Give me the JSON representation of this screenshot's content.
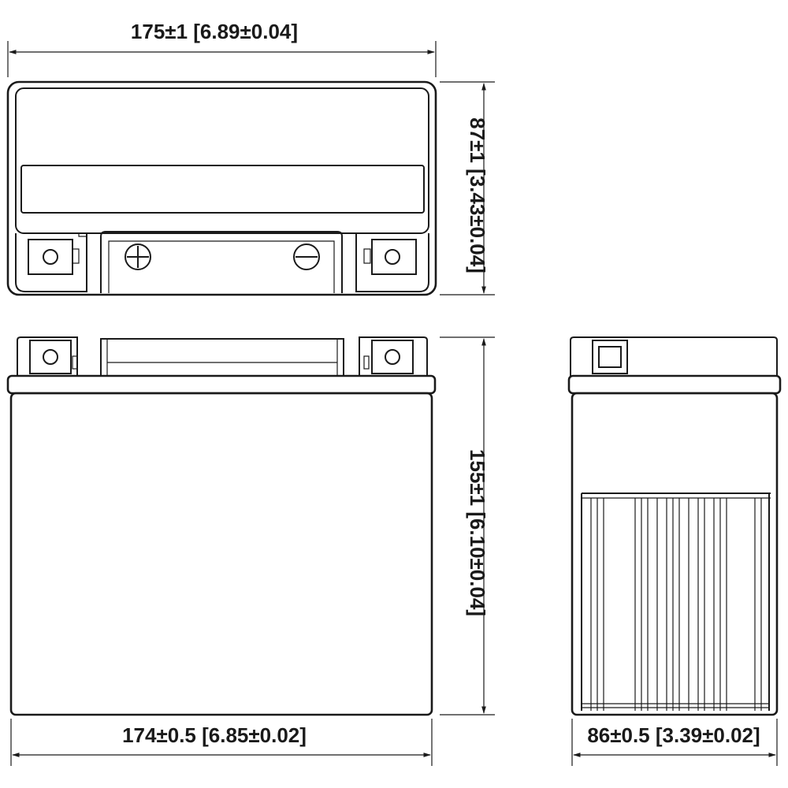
{
  "dimensions": {
    "top_width": "175±1 [6.89±0.04]",
    "top_height": "87±1 [3.43±0.04]",
    "front_height": "155±1 [6.10±0.04]",
    "front_width": "174±0.5 [6.85±0.02]",
    "side_width": "86±0.5 [3.39±0.02]"
  },
  "colors": {
    "line": "#1a1a1a",
    "background": "#ffffff"
  },
  "icons": {
    "positive_terminal": "plus-circle-icon",
    "negative_terminal": "minus-circle-icon"
  }
}
